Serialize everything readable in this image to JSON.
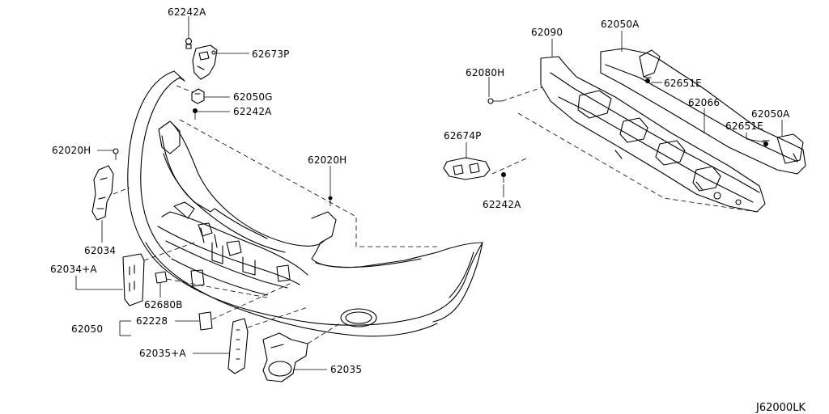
{
  "reference_code": "J62000LK",
  "labels": {
    "l62242A_top": "62242A",
    "l62673P": "62673P",
    "l62050G": "62050G",
    "l62242A_mid": "62242A",
    "l62020H_left": "62020H",
    "l62020H_center": "62020H",
    "l62034": "62034",
    "l62034A": "62034+A",
    "l62680B": "62680B",
    "l62228": "62228",
    "l62050": "62050",
    "l62035A": "62035+A",
    "l62035": "62035",
    "l62090": "62090",
    "l62050A_top": "62050A",
    "l62080H": "62080H",
    "l62651E_top": "62651E",
    "l62066": "62066",
    "l62050A_right": "62050A",
    "l62651E_right": "62651E",
    "l62674P": "62674P",
    "l62242A_right": "62242A"
  }
}
